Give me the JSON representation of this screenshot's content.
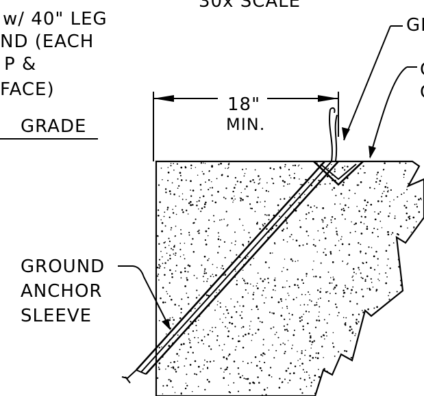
{
  "drawing": {
    "scale_note": "30x SCALE",
    "top_left_note_lines": [
      "w/ 40\" LEG",
      "ND (EACH",
      "P &",
      "FACE)"
    ],
    "grade_label": "GRADE",
    "dimension": {
      "value": "18\"",
      "qualifier": "MIN."
    },
    "callout_top_right_1": "GI",
    "callout_top_right_2_lines": [
      "C",
      "C"
    ],
    "sleeve_label_lines": [
      "GROUND",
      "ANCHOR",
      "SLEEVE"
    ]
  }
}
